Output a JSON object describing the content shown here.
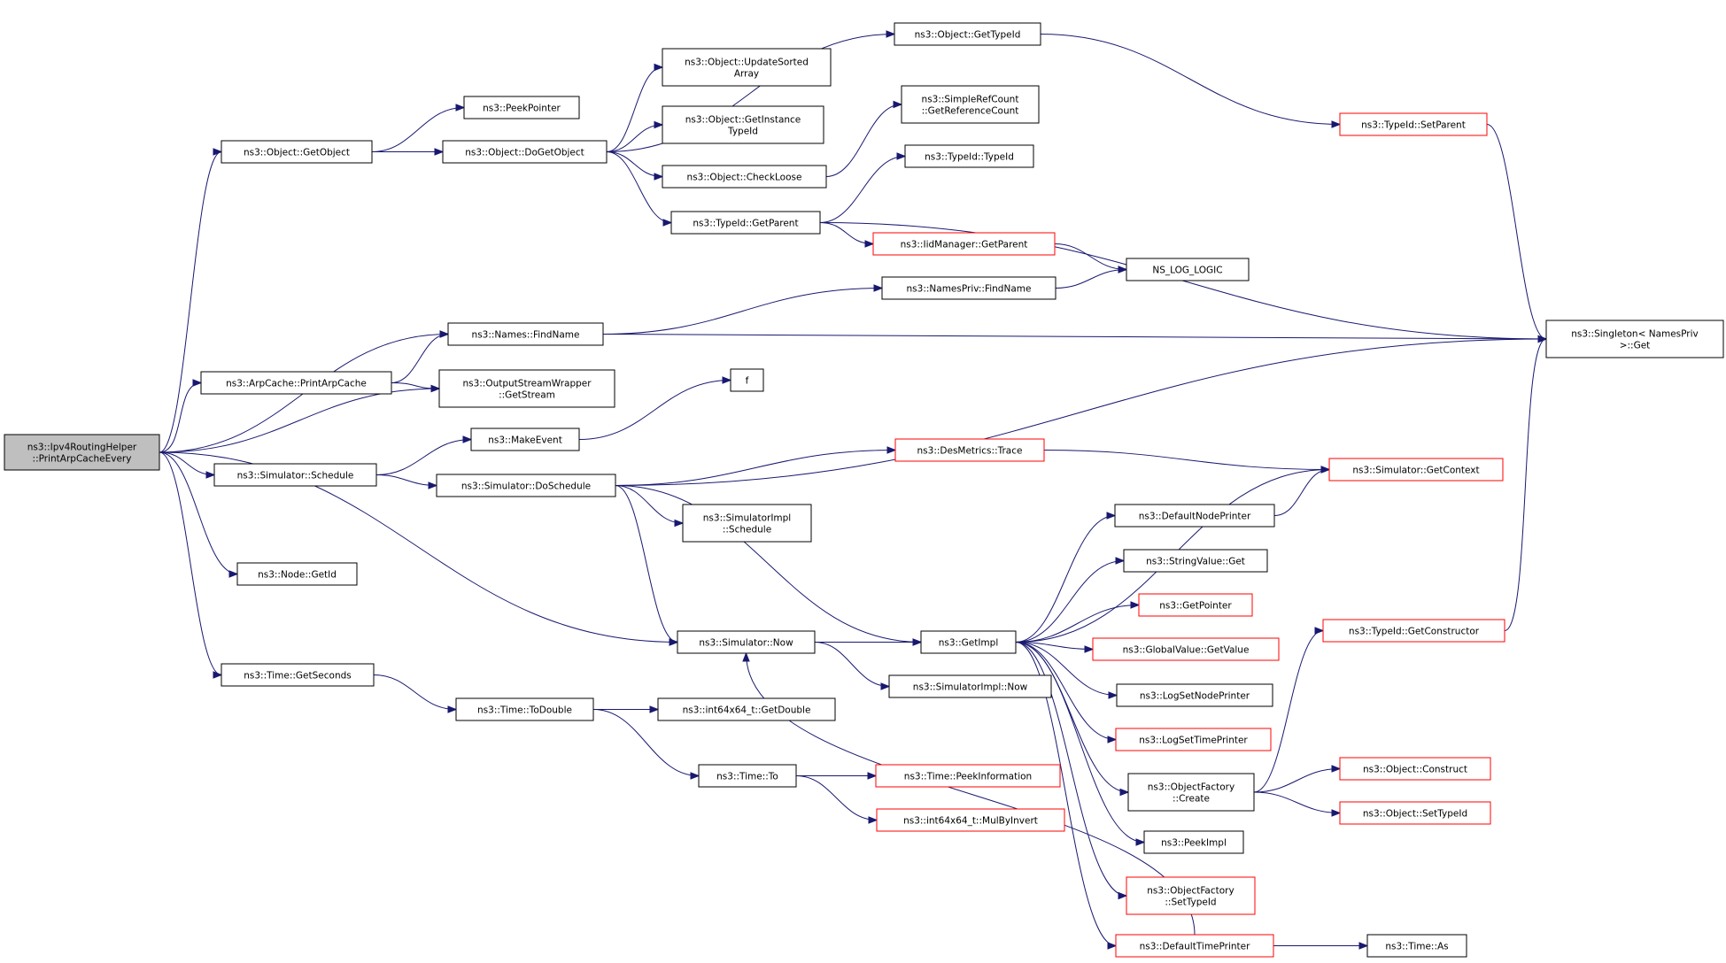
{
  "colors": {
    "edge": "#191970",
    "border_black": "#000000",
    "border_red": "#ff0000",
    "root_fill": "#bfbfbf",
    "fill": "#ffffff"
  },
  "nodes": [
    {
      "id": "root",
      "lines": [
        "ns3::Ipv4RoutingHelper",
        "::PrintArpCacheEvery"
      ],
      "border": "black",
      "fill": "gray"
    },
    {
      "id": "getObject",
      "lines": [
        "ns3::Object::GetObject"
      ],
      "border": "black"
    },
    {
      "id": "peekPointer",
      "lines": [
        "ns3::PeekPointer"
      ],
      "border": "black"
    },
    {
      "id": "doGetObject",
      "lines": [
        "ns3::Object::DoGetObject"
      ],
      "border": "black"
    },
    {
      "id": "objGetTypeId",
      "lines": [
        "ns3::Object::GetTypeId"
      ],
      "border": "black"
    },
    {
      "id": "updateSorted",
      "lines": [
        "ns3::Object::UpdateSorted",
        "Array"
      ],
      "border": "black"
    },
    {
      "id": "getInstanceTypeId",
      "lines": [
        "ns3::Object::GetInstance",
        "TypeId"
      ],
      "border": "black"
    },
    {
      "id": "checkLoose",
      "lines": [
        "ns3::Object::CheckLoose"
      ],
      "border": "black"
    },
    {
      "id": "typeIdGetParent",
      "lines": [
        "ns3::TypeId::GetParent"
      ],
      "border": "black"
    },
    {
      "id": "simpleRefCount",
      "lines": [
        "ns3::SimpleRefCount",
        "::GetReferenceCount"
      ],
      "border": "black"
    },
    {
      "id": "typeIdTypeId",
      "lines": [
        "ns3::TypeId::TypeId"
      ],
      "border": "black"
    },
    {
      "id": "iidGetParent",
      "lines": [
        "ns3::IidManager::GetParent"
      ],
      "border": "red"
    },
    {
      "id": "typeIdSetParent",
      "lines": [
        "ns3::TypeId::SetParent"
      ],
      "border": "red"
    },
    {
      "id": "nsLogLogic",
      "lines": [
        "NS_LOG_LOGIC"
      ],
      "border": "black"
    },
    {
      "id": "namesPrivFindName",
      "lines": [
        "ns3::NamesPriv::FindName"
      ],
      "border": "black"
    },
    {
      "id": "namesFindName",
      "lines": [
        "ns3::Names::FindName"
      ],
      "border": "black"
    },
    {
      "id": "singletonGet",
      "lines": [
        "ns3::Singleton< NamesPriv",
        " >::Get"
      ],
      "border": "black"
    },
    {
      "id": "arpCachePrint",
      "lines": [
        "ns3::ArpCache::PrintArpCache"
      ],
      "border": "black"
    },
    {
      "id": "outputStream",
      "lines": [
        "ns3::OutputStreamWrapper",
        "::GetStream"
      ],
      "border": "black"
    },
    {
      "id": "f",
      "lines": [
        "f"
      ],
      "border": "black"
    },
    {
      "id": "makeEvent",
      "lines": [
        "ns3::MakeEvent"
      ],
      "border": "black"
    },
    {
      "id": "simSchedule",
      "lines": [
        "ns3::Simulator::Schedule"
      ],
      "border": "black"
    },
    {
      "id": "simDoSchedule",
      "lines": [
        "ns3::Simulator::DoSchedule"
      ],
      "border": "black"
    },
    {
      "id": "desMetricsTrace",
      "lines": [
        "ns3::DesMetrics::Trace"
      ],
      "border": "red"
    },
    {
      "id": "simGetContext",
      "lines": [
        "ns3::Simulator::GetContext"
      ],
      "border": "red"
    },
    {
      "id": "simImplSchedule",
      "lines": [
        "ns3::SimulatorImpl",
        "::Schedule"
      ],
      "border": "black"
    },
    {
      "id": "defaultNodePrinter",
      "lines": [
        "ns3::DefaultNodePrinter"
      ],
      "border": "black"
    },
    {
      "id": "stringValueGet",
      "lines": [
        "ns3::StringValue::Get"
      ],
      "border": "black"
    },
    {
      "id": "nodeGetId",
      "lines": [
        "ns3::Node::GetId"
      ],
      "border": "black"
    },
    {
      "id": "getPointer",
      "lines": [
        "ns3::GetPointer"
      ],
      "border": "red"
    },
    {
      "id": "typeIdGetConstructor",
      "lines": [
        "ns3::TypeId::GetConstructor"
      ],
      "border": "red"
    },
    {
      "id": "simNow",
      "lines": [
        "ns3::Simulator::Now"
      ],
      "border": "black"
    },
    {
      "id": "getImpl",
      "lines": [
        "ns3::GetImpl"
      ],
      "border": "black"
    },
    {
      "id": "globalValueGetValue",
      "lines": [
        "ns3::GlobalValue::GetValue"
      ],
      "border": "red"
    },
    {
      "id": "simImplNow",
      "lines": [
        "ns3::SimulatorImpl::Now"
      ],
      "border": "black"
    },
    {
      "id": "timeGetSeconds",
      "lines": [
        "ns3::Time::GetSeconds"
      ],
      "border": "black"
    },
    {
      "id": "timeToDouble",
      "lines": [
        "ns3::Time::ToDouble"
      ],
      "border": "black"
    },
    {
      "id": "int64GetDouble",
      "lines": [
        "ns3::int64x64_t::GetDouble"
      ],
      "border": "black"
    },
    {
      "id": "logSetNodePrinter",
      "lines": [
        "ns3::LogSetNodePrinter"
      ],
      "border": "black"
    },
    {
      "id": "logSetTimePrinter",
      "lines": [
        "ns3::LogSetTimePrinter"
      ],
      "border": "red"
    },
    {
      "id": "objectConstruct",
      "lines": [
        "ns3::Object::Construct"
      ],
      "border": "red"
    },
    {
      "id": "timeTo",
      "lines": [
        "ns3::Time::To"
      ],
      "border": "black"
    },
    {
      "id": "timePeekInformation",
      "lines": [
        "ns3::Time::PeekInformation"
      ],
      "border": "red"
    },
    {
      "id": "objectFactoryCreate",
      "lines": [
        "ns3::ObjectFactory",
        "::Create"
      ],
      "border": "black"
    },
    {
      "id": "objectSetTypeId",
      "lines": [
        "ns3::Object::SetTypeId"
      ],
      "border": "red"
    },
    {
      "id": "int64MulByInvert",
      "lines": [
        "ns3::int64x64_t::MulByInvert"
      ],
      "border": "red"
    },
    {
      "id": "peekImpl",
      "lines": [
        "ns3::PeekImpl"
      ],
      "border": "black"
    },
    {
      "id": "objectFactorySetTypeId",
      "lines": [
        "ns3::ObjectFactory",
        "::SetTypeId"
      ],
      "border": "red"
    },
    {
      "id": "defaultTimePrinter",
      "lines": [
        "ns3::DefaultTimePrinter"
      ],
      "border": "red"
    },
    {
      "id": "timeAs",
      "lines": [
        "ns3::Time::As"
      ],
      "border": "black"
    }
  ],
  "edges": [
    [
      "root",
      "getObject"
    ],
    [
      "root",
      "namesFindName"
    ],
    [
      "root",
      "arpCachePrint"
    ],
    [
      "root",
      "outputStream"
    ],
    [
      "root",
      "simSchedule"
    ],
    [
      "root",
      "nodeGetId"
    ],
    [
      "root",
      "timeGetSeconds"
    ],
    [
      "root",
      "simNow"
    ],
    [
      "getObject",
      "peekPointer"
    ],
    [
      "getObject",
      "doGetObject"
    ],
    [
      "doGetObject",
      "objGetTypeId"
    ],
    [
      "doGetObject",
      "updateSorted"
    ],
    [
      "doGetObject",
      "getInstanceTypeId"
    ],
    [
      "doGetObject",
      "checkLoose"
    ],
    [
      "doGetObject",
      "typeIdGetParent"
    ],
    [
      "objGetTypeId",
      "typeIdSetParent"
    ],
    [
      "typeIdSetParent",
      "singletonGet"
    ],
    [
      "checkLoose",
      "simpleRefCount"
    ],
    [
      "typeIdGetParent",
      "typeIdTypeId"
    ],
    [
      "typeIdGetParent",
      "iidGetParent"
    ],
    [
      "typeIdGetParent",
      "singletonGet"
    ],
    [
      "iidGetParent",
      "nsLogLogic"
    ],
    [
      "namesPrivFindName",
      "nsLogLogic"
    ],
    [
      "namesFindName",
      "namesPrivFindName"
    ],
    [
      "namesFindName",
      "singletonGet"
    ],
    [
      "arpCachePrint",
      "namesFindName"
    ],
    [
      "arpCachePrint",
      "outputStream"
    ],
    [
      "makeEvent",
      "f"
    ],
    [
      "simSchedule",
      "makeEvent"
    ],
    [
      "simSchedule",
      "simDoSchedule"
    ],
    [
      "simDoSchedule",
      "singletonGet"
    ],
    [
      "simDoSchedule",
      "desMetricsTrace"
    ],
    [
      "simDoSchedule",
      "simImplSchedule"
    ],
    [
      "simDoSchedule",
      "simNow"
    ],
    [
      "simDoSchedule",
      "getImpl"
    ],
    [
      "desMetricsTrace",
      "simGetContext"
    ],
    [
      "defaultNodePrinter",
      "simGetContext"
    ],
    [
      "getImpl",
      "simGetContext"
    ],
    [
      "getImpl",
      "defaultNodePrinter"
    ],
    [
      "getImpl",
      "stringValueGet"
    ],
    [
      "getImpl",
      "getPointer"
    ],
    [
      "getImpl",
      "globalValueGetValue"
    ],
    [
      "getImpl",
      "logSetNodePrinter"
    ],
    [
      "getImpl",
      "logSetTimePrinter"
    ],
    [
      "getImpl",
      "objectFactoryCreate"
    ],
    [
      "getImpl",
      "peekImpl"
    ],
    [
      "getImpl",
      "objectFactorySetTypeId"
    ],
    [
      "getImpl",
      "defaultTimePrinter"
    ],
    [
      "simNow",
      "getImpl"
    ],
    [
      "simNow",
      "simImplNow"
    ],
    [
      "defaultTimePrinter",
      "simNow"
    ],
    [
      "defaultTimePrinter",
      "timeAs"
    ],
    [
      "objectFactoryCreate",
      "typeIdGetConstructor"
    ],
    [
      "objectFactoryCreate",
      "objectConstruct"
    ],
    [
      "objectFactoryCreate",
      "objectSetTypeId"
    ],
    [
      "typeIdGetConstructor",
      "singletonGet"
    ],
    [
      "timeGetSeconds",
      "timeToDouble"
    ],
    [
      "timeToDouble",
      "int64GetDouble"
    ],
    [
      "timeToDouble",
      "timeTo"
    ],
    [
      "timeTo",
      "timePeekInformation"
    ],
    [
      "timeTo",
      "int64MulByInvert"
    ]
  ]
}
